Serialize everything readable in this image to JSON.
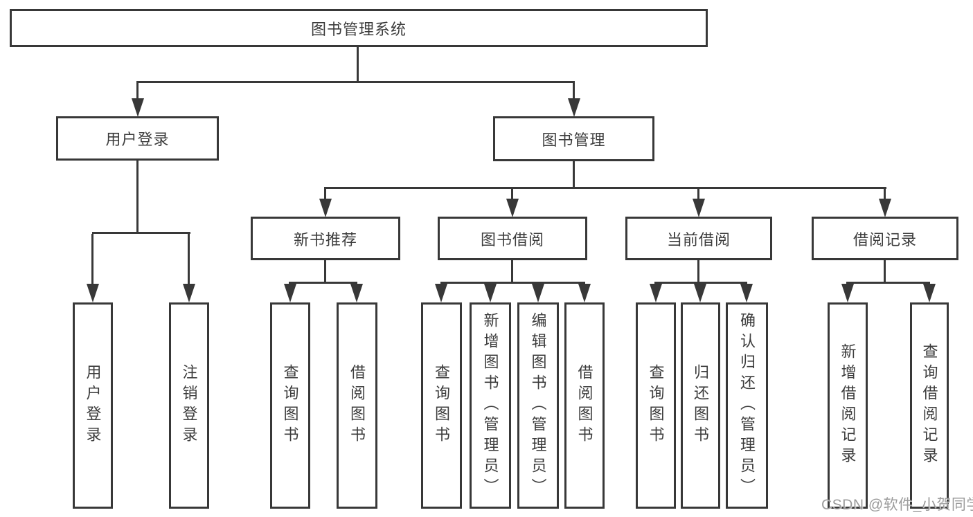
{
  "tree": {
    "root": {
      "label": "图书管理系统",
      "children": [
        {
          "label": "用户登录",
          "children": [
            {
              "label": "用户登录"
            },
            {
              "label": "注销登录"
            }
          ]
        },
        {
          "label": "图书管理",
          "children": [
            {
              "label": "新书推荐",
              "children": [
                {
                  "label": "查询图书"
                },
                {
                  "label": "借阅图书"
                }
              ]
            },
            {
              "label": "图书借阅",
              "children": [
                {
                  "label": "查询图书"
                },
                {
                  "label": "新增图书（管理员）"
                },
                {
                  "label": "编辑图书（管理员）"
                },
                {
                  "label": "借阅图书"
                }
              ]
            },
            {
              "label": "当前借阅",
              "children": [
                {
                  "label": "查询图书"
                },
                {
                  "label": "归还图书"
                },
                {
                  "label": "确认归还（管理员）"
                }
              ]
            },
            {
              "label": "借阅记录",
              "children": [
                {
                  "label": "新增借阅记录"
                },
                {
                  "label": "查询借阅记录"
                }
              ]
            }
          ]
        }
      ]
    }
  },
  "watermark": {
    "text": "CSDN @软件_小贺同学"
  },
  "colors": {
    "line": "#383838",
    "text": "#3c3c3c",
    "background": "#ffffff",
    "watermark": "#9b9b9b"
  }
}
